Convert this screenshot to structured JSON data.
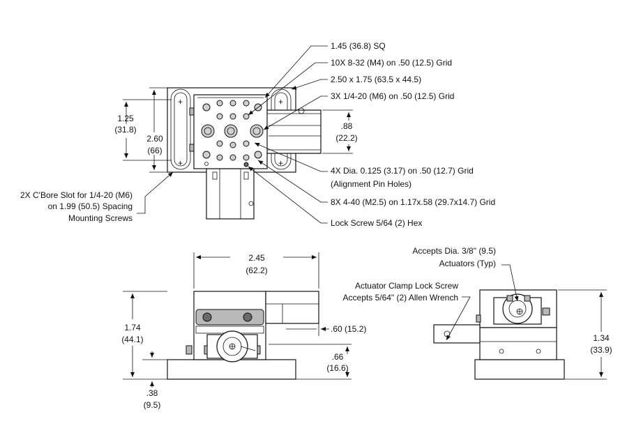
{
  "top_view": {
    "callouts": [
      "1.45 (36.8) SQ",
      "10X 8-32 (M4) on .50 (12.5) Grid",
      "2.50 x 1.75 (63.5 x 44.5)",
      "3X 1/4-20 (M6) on .50 (12.5) Grid",
      "4X Dia. 0.125 (3.17) on .50 (12.7) Grid",
      "(Alignment Pin Holes)",
      "8X 4-40 (M2.5) on 1.17x.58 (29.7x14.7) Grid",
      "Lock Screw 5/64 (2) Hex"
    ],
    "slot_note": [
      "2X C'Bore Slot for 1/4-20 (M6)",
      "on 1.99 (50.5) Spacing",
      "Mounting Screws"
    ],
    "dim_1_25": [
      "1.25",
      "(31.8)"
    ],
    "dim_2_60": [
      "2.60",
      "(66)"
    ],
    "dim_0_88": [
      ".88",
      "(22.2)"
    ]
  },
  "front_view": {
    "dim_2_45": [
      "2.45",
      "(62.2)"
    ],
    "dim_1_74": [
      "1.74",
      "(44.1)"
    ],
    "dim_0_60": ".60 (15.2)",
    "dim_0_66": [
      ".66",
      "(16.6)"
    ],
    "dim_0_38": [
      ".38",
      "(9.5)"
    ],
    "clamp_note": [
      "Actuator Clamp Lock Screw",
      "Accepts 5/64\" (2) Allen Wrench"
    ]
  },
  "side_view": {
    "actuator_note": [
      "Accepts  Dia. 3/8\" (9.5)",
      "Actuators (Typ)"
    ],
    "dim_1_34": [
      "1.34",
      "(33.9)"
    ]
  }
}
